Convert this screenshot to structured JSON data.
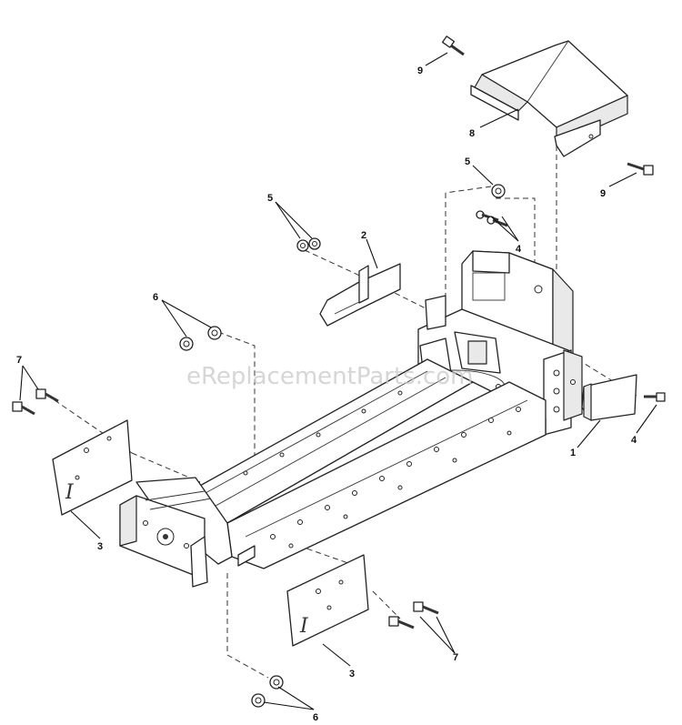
{
  "watermark": "eReplacementParts.com",
  "callouts": {
    "c9_top": "9",
    "c8": "8",
    "c9_right": "9",
    "c5_center": "5",
    "c4_center": "4",
    "c5_left": "5",
    "c2": "2",
    "c6_left": "6",
    "c7_left": "7",
    "c4_right": "4",
    "c1": "1",
    "c3_left": "3",
    "c3_bottom": "3",
    "c7_bottom": "7",
    "c6_bottom": "6"
  }
}
